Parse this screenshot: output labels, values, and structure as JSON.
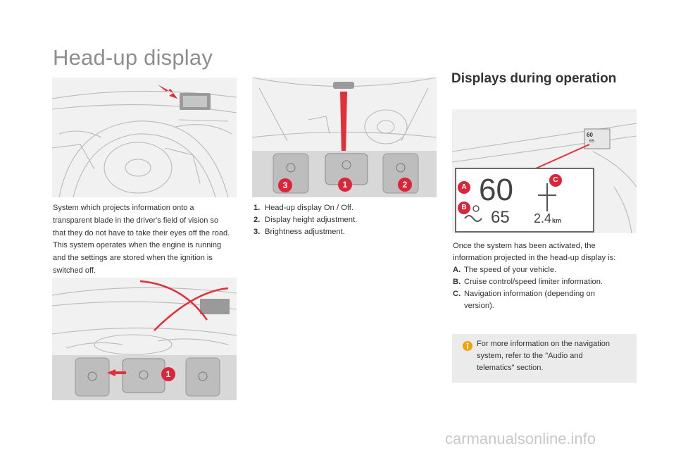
{
  "page": {
    "title": "Head-up display",
    "section_heading": "Displays during operation"
  },
  "intro": {
    "lines": [
      "System which projects information onto a",
      "transparent blade in the driver's field of vision so",
      "that they do not have to take their eyes off the road.",
      "This system operates when the engine is running",
      "and the settings are stored when the ignition is",
      "switched off."
    ]
  },
  "controls": {
    "items": [
      {
        "num": "1.",
        "label": "Head-up display On / Off."
      },
      {
        "num": "2.",
        "label": "Display height adjustment."
      },
      {
        "num": "3.",
        "label": "Brightness adjustment."
      }
    ],
    "callouts": [
      "3",
      "1",
      "2"
    ]
  },
  "operation": {
    "intro_lines": [
      "Once the system has been activated, the",
      "information projected in the head-up display is:"
    ],
    "items": [
      {
        "num": "A.",
        "label": "The speed of your vehicle."
      },
      {
        "num": "B.",
        "label": "Cruise control/speed limiter information."
      },
      {
        "num": "C.",
        "label": "Navigation information (depending on",
        "label2": "version)."
      }
    ],
    "display": {
      "speed": "60",
      "limit": "65",
      "distance": "2.4",
      "distance_unit": "km",
      "small_speed": "60",
      "small_limit": "65"
    },
    "callouts": [
      "A",
      "B",
      "C"
    ]
  },
  "bottom_figure": {
    "callout": "1"
  },
  "note": {
    "lines": [
      "For more information on the navigation",
      "system, refer to the \"Audio and",
      "telematics\" section."
    ]
  },
  "footer": {
    "text": "carmanualsonline.info"
  },
  "colors": {
    "accent_red": "#e0303a",
    "callout_red": "#d9263a",
    "title_gray": "#8e8e8e",
    "note_bg": "#ebebeb",
    "info_orange": "#f2a300"
  }
}
